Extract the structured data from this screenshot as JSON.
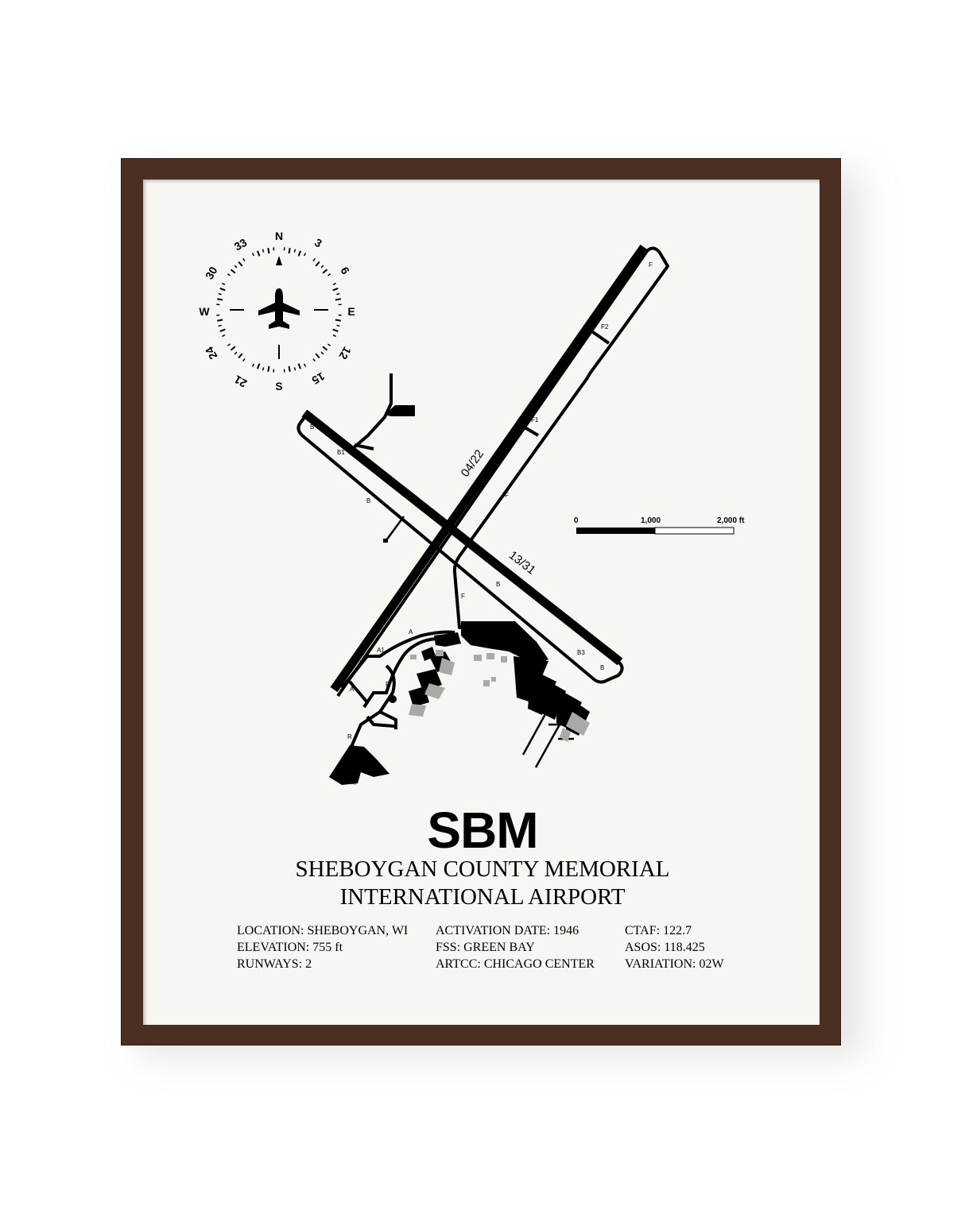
{
  "poster": {
    "code": "SBM",
    "name_line1": "SHEBOYGAN COUNTY MEMORIAL",
    "name_line2": "INTERNATIONAL AIRPORT"
  },
  "info": {
    "col1": [
      "LOCATION: SHEBOYGAN, WI",
      "ELEVATION: 755 ft",
      "RUNWAYS: 2"
    ],
    "col2": [
      "ACTIVATION DATE: 1946",
      "FSS: GREEN BAY",
      "ARTCC: CHICAGO CENTER"
    ],
    "col3": [
      "CTAF: 122.7",
      "ASOS: 118.425",
      "VARIATION: 02W"
    ]
  },
  "runways": {
    "rw1": "04/22",
    "rw2": "13/31"
  },
  "taxiways": {
    "F": "F",
    "F1": "F1",
    "F2": "F2",
    "B": "B",
    "B1": "B1",
    "B3": "B3",
    "A": "A",
    "A1": "A1",
    "R": "R"
  },
  "compass": {
    "N": "N",
    "E": "E",
    "S": "S",
    "W": "W",
    "d3": "3",
    "d6": "6",
    "d12": "12",
    "d15": "15",
    "d21": "21",
    "d24": "24",
    "d30": "30",
    "d33": "33"
  },
  "scale": {
    "labels": [
      "0",
      "1,000",
      "2,000 ft"
    ]
  },
  "colors": {
    "frame": "#4a2f22",
    "mat": "#f8f6f3",
    "ink": "#000000",
    "building_shadow": "#a9a9a9"
  }
}
